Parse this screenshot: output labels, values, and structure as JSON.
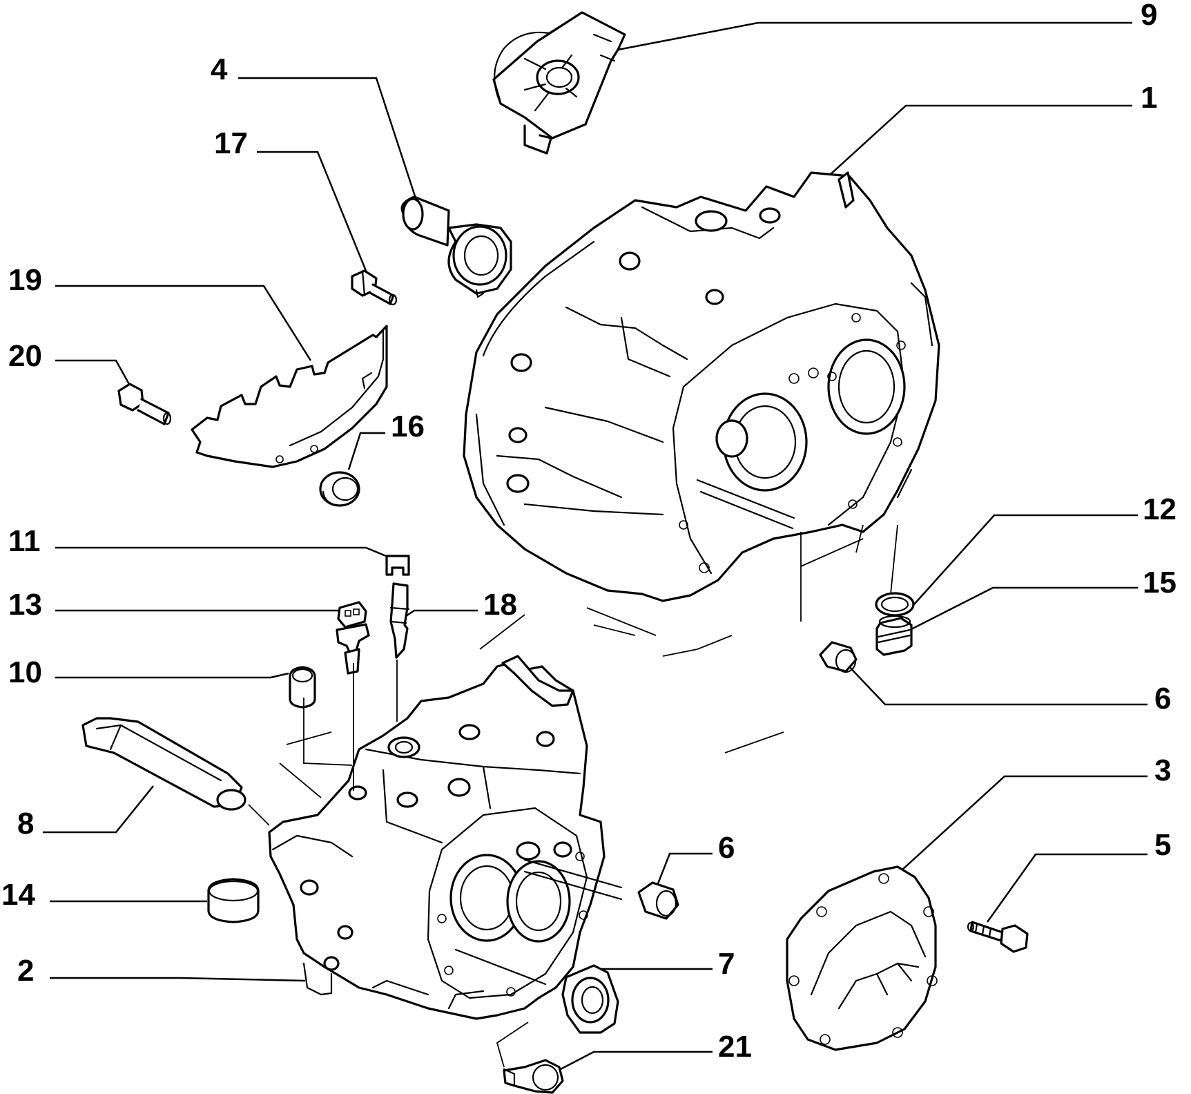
{
  "diagram": {
    "callouts": [
      {
        "id": "9",
        "label": "9"
      },
      {
        "id": "1",
        "label": "1"
      },
      {
        "id": "4",
        "label": "4"
      },
      {
        "id": "17",
        "label": "17"
      },
      {
        "id": "19",
        "label": "19"
      },
      {
        "id": "20",
        "label": "20"
      },
      {
        "id": "16",
        "label": "16"
      },
      {
        "id": "11",
        "label": "11"
      },
      {
        "id": "12",
        "label": "12"
      },
      {
        "id": "13",
        "label": "13"
      },
      {
        "id": "18",
        "label": "18"
      },
      {
        "id": "15",
        "label": "15"
      },
      {
        "id": "10",
        "label": "10"
      },
      {
        "id": "6a",
        "label": "6"
      },
      {
        "id": "3",
        "label": "3"
      },
      {
        "id": "8",
        "label": "8"
      },
      {
        "id": "5",
        "label": "5"
      },
      {
        "id": "6b",
        "label": "6"
      },
      {
        "id": "14",
        "label": "14"
      },
      {
        "id": "7",
        "label": "7"
      },
      {
        "id": "2",
        "label": "2"
      },
      {
        "id": "21",
        "label": "21"
      }
    ]
  }
}
